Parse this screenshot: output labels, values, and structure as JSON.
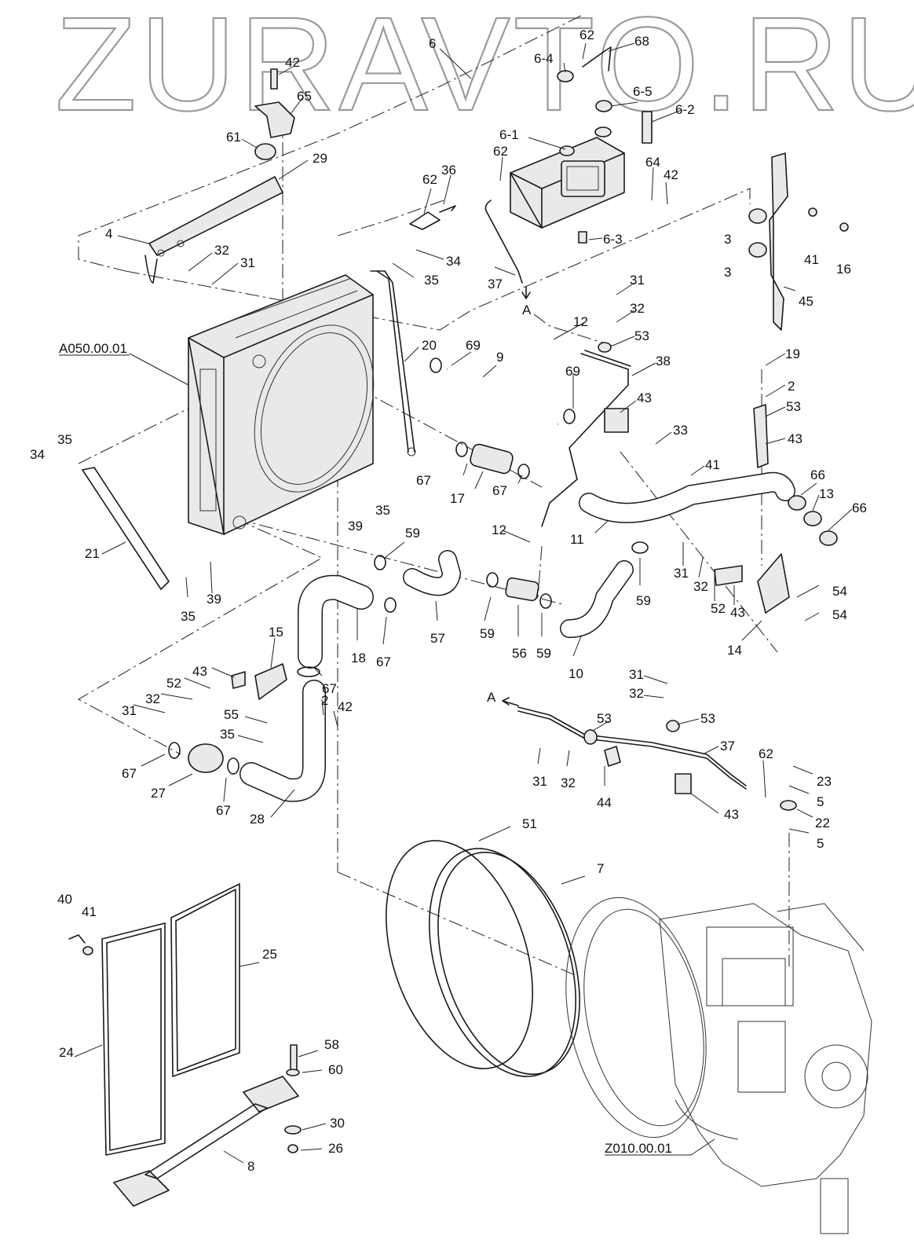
{
  "watermark": "ZURAVTO.RU",
  "references": {
    "radiator_assembly": "A050.00.01",
    "engine_assembly": "Z010.00.01"
  },
  "arrow_markers": {
    "top": "A",
    "bottom": "A"
  },
  "callouts": {
    "c6": "6",
    "c6_1": "6-1",
    "c6_2": "6-2",
    "c6_3": "6-3",
    "c6_4": "6-4",
    "c6_5": "6-5",
    "c62a": "62",
    "c68": "68",
    "c42a": "42",
    "c65": "65",
    "c61": "61",
    "c29": "29",
    "c62b": "62",
    "c36": "36",
    "c62c": "62",
    "c64": "64",
    "c42b": "42",
    "c4": "4",
    "c32a": "32",
    "c31a": "31",
    "c34a": "34",
    "c35a": "35",
    "c37a": "37",
    "c3a": "3",
    "c3b": "3",
    "c41a": "41",
    "c16": "16",
    "c45": "45",
    "c31b": "31",
    "c32b": "32",
    "c12a": "12",
    "c53a": "53",
    "c20": "20",
    "c69a": "69",
    "c9": "9",
    "c69b": "69",
    "c38": "38",
    "c43a": "43",
    "c19": "19",
    "c2a": "2",
    "c53b": "53",
    "c33": "33",
    "c43b": "43",
    "c34b": "34",
    "c35b": "35",
    "c67a": "67",
    "c17": "17",
    "c67b": "67",
    "c41b": "41",
    "c66a": "66",
    "c13": "13",
    "c66b": "66",
    "c39a": "39",
    "c35c": "35",
    "c12b": "12",
    "c11": "11",
    "c21": "21",
    "c59a": "59",
    "c31c": "31",
    "c32c": "32",
    "c52a": "52",
    "c43c": "43",
    "c54a": "54",
    "c54b": "54",
    "c35d": "35",
    "c39b": "39",
    "c57": "57",
    "c59b": "59",
    "c56": "56",
    "c59c": "59",
    "c59d": "59",
    "c18": "18",
    "c67c": "67",
    "c10": "10",
    "c14": "14",
    "c15": "15",
    "c43d": "43",
    "c52b": "52",
    "c67d": "67",
    "c32d": "32",
    "c31d": "31",
    "c2b": "2",
    "c42c": "42",
    "c55": "55",
    "c35e": "35",
    "c67e": "67",
    "c27": "27",
    "c67f": "67",
    "c28": "28",
    "c31e": "31",
    "c32e": "32",
    "c53c": "53",
    "c53d": "53",
    "c37b": "37",
    "c31f": "31",
    "c32f": "32",
    "c44": "44",
    "c62d": "62",
    "c23": "23",
    "c5a": "5",
    "c43e": "43",
    "c22": "22",
    "c5b": "5",
    "c51": "51",
    "c7": "7",
    "c40": "40",
    "c41c": "41",
    "c25": "25",
    "c24": "24",
    "c58": "58",
    "c60": "60",
    "c30": "30",
    "c26": "26",
    "c8": "8"
  }
}
